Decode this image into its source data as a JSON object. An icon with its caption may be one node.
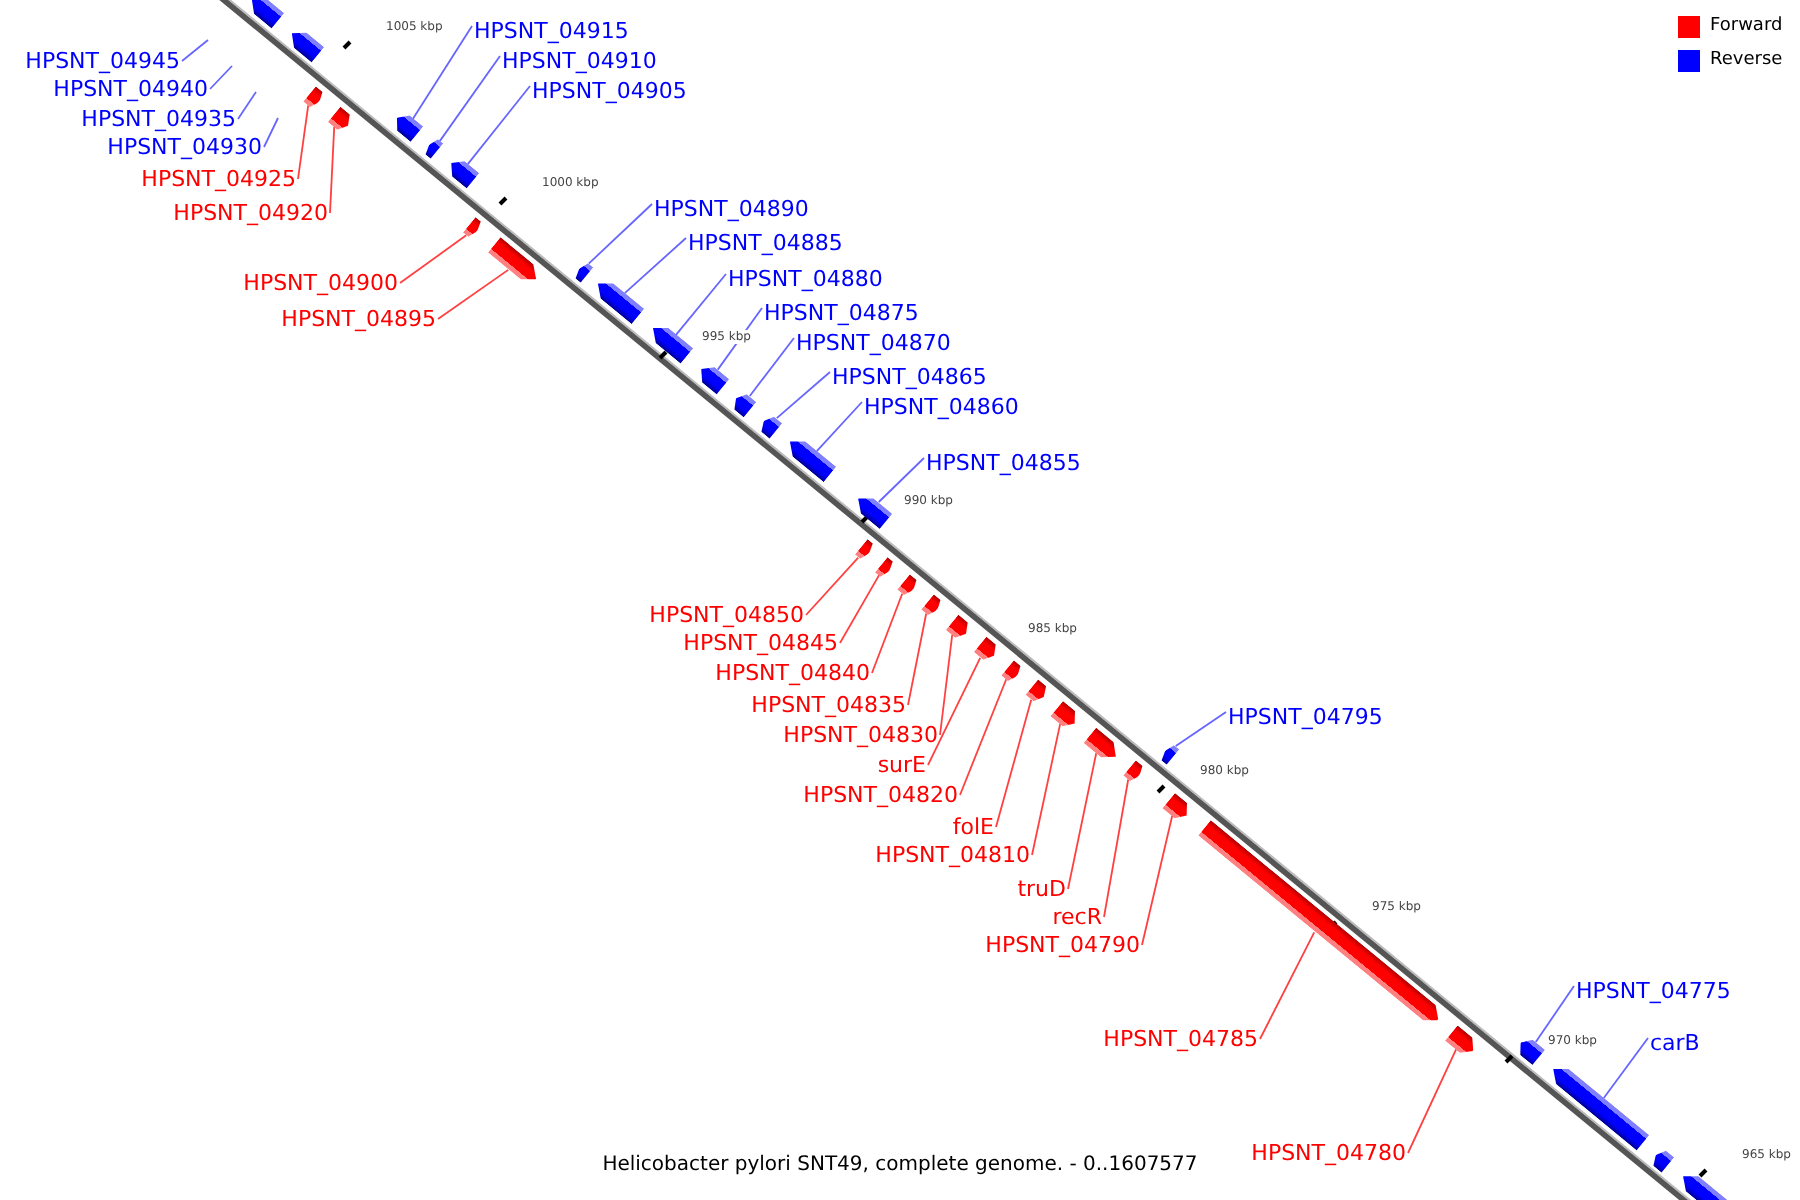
{
  "diagram": {
    "caption": "Helicobacter pylori SNT49, complete genome. - 0..1607577",
    "nodes": [
      {
        "text": [],
        "shape": "arrow"
      },
      {
        "text": [],
        "shape": "arrow"
      },
      {
        "text": [
          "HPSNT_04945"
        ]
      },
      {
        "text": [
          "HPSNT_04940"
        ]
      },
      {
        "text": [
          "HPSNT_04935"
        ]
      },
      {
        "text": [
          "HPSNT_04930"
        ]
      },
      {
        "text": [
          "HPSNT_04925"
        ]
      },
      {
        "text": [],
        "shape": "arrow"
      },
      {
        "text": [
          "HPSNT_04920"
        ]
      },
      {
        "text": [],
        "shape": "arrow"
      },
      {
        "text": [
          "HPSNT_04915"
        ]
      },
      {
        "text": [],
        "shape": "arrow"
      },
      {
        "text": [
          "HPSNT_04910"
        ]
      },
      {
        "text": [],
        "shape": "arrow"
      },
      {
        "text": [
          "HPSNT_04905"
        ]
      },
      {
        "text": [],
        "shape": "arrow"
      },
      {
        "text": [
          "HPSNT_04900"
        ]
      },
      {
        "text": [],
        "shape": "arrow"
      },
      {
        "text": [
          "HPSNT_04895"
        ]
      },
      {
        "text": [],
        "shape": "arrow"
      },
      {
        "text": [
          "HPSNT_04890"
        ]
      },
      {
        "text": [],
        "shape": "arrow"
      },
      {
        "text": [
          "HPSNT_04885"
        ]
      },
      {
        "text": [],
        "shape": "arrow"
      },
      {
        "text": [
          "HPSNT_04880"
        ]
      },
      {
        "text": [],
        "shape": "arrow"
      },
      {
        "text": [
          "HPSNT_04875"
        ]
      },
      {
        "text": [],
        "shape": "arrow"
      },
      {
        "text": [
          "HPSNT_04870"
        ]
      },
      {
        "text": [],
        "shape": "arrow"
      },
      {
        "text": [
          "HPSNT_04865"
        ]
      },
      {
        "text": [],
        "shape": "arrow"
      },
      {
        "text": [
          "HPSNT_04860"
        ]
      },
      {
        "text": [],
        "shape": "arrow"
      },
      {
        "text": [
          "HPSNT_04855"
        ]
      },
      {
        "text": [],
        "shape": "arrow"
      },
      {
        "text": [
          "HPSNT_04850"
        ]
      },
      {
        "text": [],
        "shape": "arrow"
      },
      {
        "text": [
          "HPSNT_04845"
        ]
      },
      {
        "text": [],
        "shape": "arrow"
      },
      {
        "text": [
          "HPSNT_04840"
        ]
      },
      {
        "text": [],
        "shape": "arrow"
      },
      {
        "text": [
          "HPSNT_04835"
        ]
      },
      {
        "text": [],
        "shape": "arrow"
      },
      {
        "text": [
          "HPSNT_04830"
        ]
      },
      {
        "text": [],
        "shape": "arrow"
      },
      {
        "text": [
          "surE"
        ]
      },
      {
        "text": [],
        "shape": "arrow"
      },
      {
        "text": [
          "HPSNT_04820"
        ]
      },
      {
        "text": [],
        "shape": "arrow"
      },
      {
        "text": [
          "folE"
        ]
      },
      {
        "text": [],
        "shape": "arrow"
      },
      {
        "text": [
          "HPSNT_04810"
        ]
      },
      {
        "text": [],
        "shape": "arrow"
      },
      {
        "text": [
          "truD"
        ]
      },
      {
        "text": [],
        "shape": "arrow"
      },
      {
        "text": [
          "recR"
        ]
      },
      {
        "text": [],
        "shape": "arrow"
      },
      {
        "text": [
          "HPSNT_04795"
        ]
      },
      {
        "text": [],
        "shape": "arrow"
      },
      {
        "text": [
          "HPSNT_04790"
        ]
      },
      {
        "text": [],
        "shape": "arrow"
      },
      {
        "text": [
          "HPSNT_04785"
        ]
      },
      {
        "text": [],
        "shape": "arrow"
      },
      {
        "text": [
          "HPSNT_04780"
        ]
      },
      {
        "text": [],
        "shape": "arrow"
      },
      {
        "text": [
          "HPSNT_04775"
        ]
      },
      {
        "text": [],
        "shape": "arrow"
      },
      {
        "text": [
          "carB"
        ]
      },
      {
        "text": [],
        "shape": "arrow"
      },
      {
        "text": [],
        "shape": "arrow"
      },
      {
        "text": [],
        "shape": "arrow"
      }
    ],
    "edges": [
      {
        "from": 2,
        "to": null,
        "arrow": "none",
        "color": "#6666ff"
      },
      {
        "from": 3,
        "to": null,
        "arrow": "none",
        "color": "#6666ff"
      },
      {
        "from": 4,
        "to": null,
        "arrow": "none",
        "color": "#6666ff"
      },
      {
        "from": 5,
        "to": null,
        "arrow": "none",
        "color": "#6666ff"
      },
      {
        "from": 6,
        "to": 7,
        "arrow": "none",
        "color": "#ff4040"
      },
      {
        "from": 8,
        "to": 9,
        "arrow": "none",
        "color": "#ff4040"
      },
      {
        "from": 10,
        "to": 11,
        "arrow": "none",
        "color": "#6666ff"
      },
      {
        "from": 12,
        "to": 13,
        "arrow": "none",
        "color": "#6666ff"
      },
      {
        "from": 14,
        "to": 15,
        "arrow": "none",
        "color": "#6666ff"
      },
      {
        "from": 16,
        "to": 17,
        "arrow": "none",
        "color": "#ff4040"
      },
      {
        "from": 18,
        "to": 19,
        "arrow": "none",
        "color": "#ff4040"
      },
      {
        "from": 20,
        "to": 21,
        "arrow": "none",
        "color": "#6666ff"
      },
      {
        "from": 22,
        "to": 23,
        "arrow": "none",
        "color": "#6666ff"
      },
      {
        "from": 24,
        "to": 25,
        "arrow": "none",
        "color": "#6666ff"
      },
      {
        "from": 26,
        "to": 27,
        "arrow": "none",
        "color": "#6666ff"
      },
      {
        "from": 28,
        "to": 29,
        "arrow": "none",
        "color": "#6666ff"
      },
      {
        "from": 30,
        "to": 31,
        "arrow": "none",
        "color": "#6666ff"
      },
      {
        "from": 32,
        "to": 33,
        "arrow": "none",
        "color": "#6666ff"
      },
      {
        "from": 34,
        "to": 35,
        "arrow": "none",
        "color": "#6666ff"
      },
      {
        "from": 36,
        "to": 37,
        "arrow": "none",
        "color": "#ff4040"
      },
      {
        "from": 38,
        "to": 39,
        "arrow": "none",
        "color": "#ff4040"
      },
      {
        "from": 40,
        "to": 41,
        "arrow": "none",
        "color": "#ff4040"
      },
      {
        "from": 42,
        "to": 43,
        "arrow": "none",
        "color": "#ff4040"
      },
      {
        "from": 44,
        "to": 45,
        "arrow": "none",
        "color": "#ff4040"
      },
      {
        "from": 46,
        "to": 47,
        "arrow": "none",
        "color": "#ff4040"
      },
      {
        "from": 48,
        "to": 49,
        "arrow": "none",
        "color": "#ff4040"
      },
      {
        "from": 50,
        "to": 51,
        "arrow": "none",
        "color": "#ff4040"
      },
      {
        "from": 52,
        "to": 53,
        "arrow": "none",
        "color": "#ff4040"
      },
      {
        "from": 54,
        "to": 55,
        "arrow": "none",
        "color": "#ff4040"
      },
      {
        "from": 56,
        "to": 57,
        "arrow": "none",
        "color": "#ff4040"
      },
      {
        "from": 58,
        "to": 59,
        "arrow": "none",
        "color": "#6666ff"
      },
      {
        "from": 60,
        "to": 61,
        "arrow": "none",
        "color": "#ff4040"
      },
      {
        "from": 62,
        "to": 63,
        "arrow": "none",
        "color": "#ff4040"
      },
      {
        "from": 64,
        "to": 65,
        "arrow": "none",
        "color": "#ff4040"
      },
      {
        "from": 66,
        "to": 67,
        "arrow": "none",
        "color": "#6666ff"
      },
      {
        "from": 68,
        "to": 69,
        "arrow": "none",
        "color": "#6666ff"
      }
    ],
    "labels": [
      "1005 kbp",
      "1000 kbp",
      "995 kbp",
      "990 kbp",
      "985 kbp",
      "980 kbp",
      "975 kbp",
      "970 kbp",
      "965 kbp"
    ],
    "legend": [
      {
        "text": "Forward",
        "color": "#ff0000"
      },
      {
        "text": "Reverse",
        "color": "#0000ff"
      }
    ]
  }
}
